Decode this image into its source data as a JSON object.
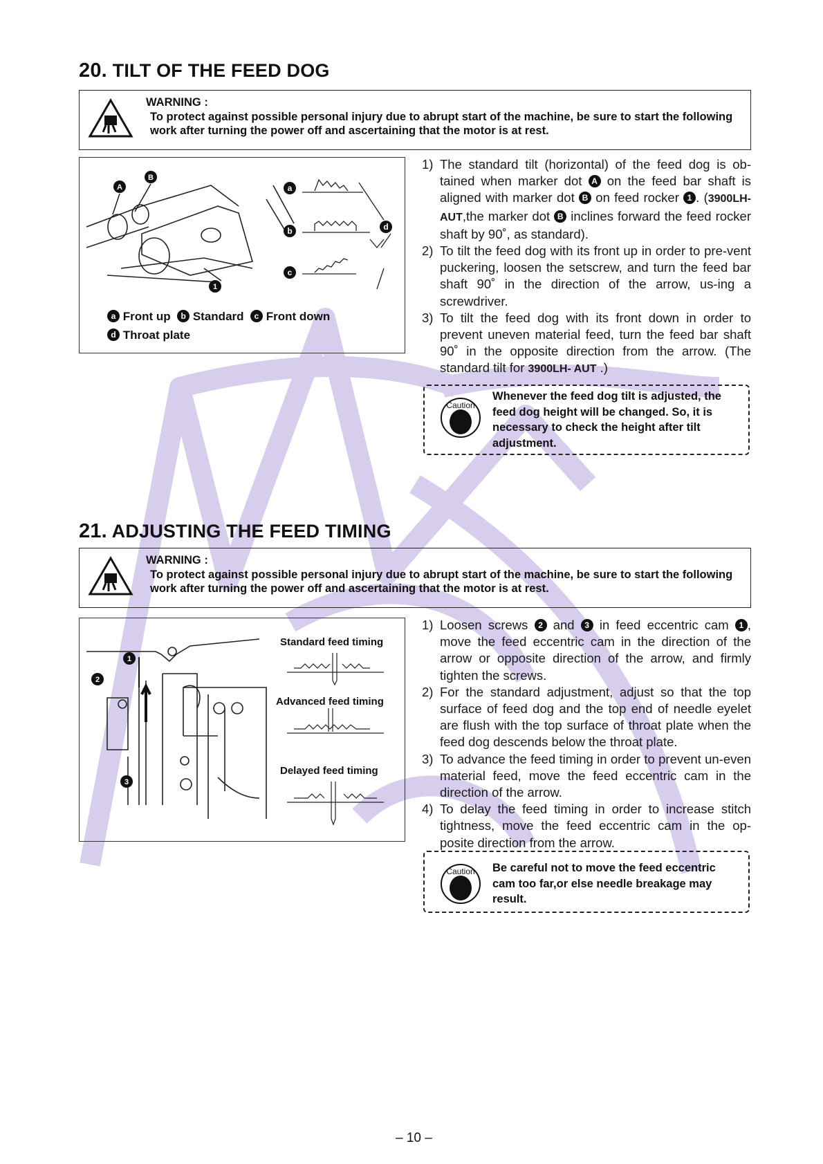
{
  "section20": {
    "num": "20.",
    "title": "TILT OF THE FEED DOG",
    "warning_head": "WARNING :",
    "warning_text": "To protect against possible personal injury due to abrupt start of the machine, be sure to start the following work after turning the power off and ascertaining that the motor is at rest.",
    "figure": {
      "marks": [
        "A",
        "B",
        "1",
        "a",
        "b",
        "c",
        "d"
      ],
      "legend_a_mark": "a",
      "legend_a": "Front up",
      "legend_b_mark": "b",
      "legend_b": "Standard",
      "legend_c_mark": "c",
      "legend_c": "Front down",
      "legend_d_mark": "d",
      "legend_d": "Throat plate"
    },
    "steps": [
      {
        "n": "1)",
        "t1": "The standard tilt (horizontal) of the feed dog is ob-tained when marker dot ",
        "m1": "A",
        "t2": " on the feed bar shaft is aligned with marker dot ",
        "m2": "B",
        "t3": " on feed rocker ",
        "m3": "1",
        "t4": ". (",
        "model": "3900LH- AUT",
        "t5": ",the marker dot ",
        "m4": "B",
        "t6": " inclines forward the feed rocker shaft by 90˚, as standard)."
      },
      {
        "n": "2)",
        "t": "To tilt the feed dog with its front up in order to pre-vent puckering, loosen the setscrew, and turn the feed bar shaft 90˚ in the direction of the arrow, us-ing a screwdriver."
      },
      {
        "n": "3)",
        "t1": "To tilt the feed dog with its front down in order to prevent uneven material feed, turn the feed bar shaft 90˚ in the opposite direction from the arrow. (The standard tilt for ",
        "model": "3900LH- AUT",
        "t2": " .)"
      }
    ],
    "caution_label": "Caution",
    "caution_text": "Whenever the feed dog tilt is adjusted, the feed dog height will be changed. So, it is necessary to check the height after tilt adjustment."
  },
  "section21": {
    "num": "21.",
    "title": "ADJUSTING THE FEED TIMING",
    "warning_head": "WARNING :",
    "warning_text": "To protect against possible personal injury due to abrupt start of the machine, be sure to start the following work after turning the power off and ascertaining that the motor is at rest.",
    "figure": {
      "marks": [
        "1",
        "2",
        "3"
      ],
      "standard": "Standard feed timing",
      "advanced": "Advanced feed timing",
      "delayed": "Delayed feed timing"
    },
    "steps": [
      {
        "n": "1)",
        "t1": "Loosen screws ",
        "m1": "2",
        "t2": " and ",
        "m2": "3",
        "t3": " in feed eccentric cam ",
        "m3": "1",
        "t4": ", move the feed eccentric cam in the direction of the arrow or opposite direction of the arrow, and firmly tighten the screws."
      },
      {
        "n": "2)",
        "t": "For the standard adjustment, adjust so that the top surface of feed dog and the top end of needle eyelet are flush with the top surface of throat plate when the feed dog descends below the throat plate."
      },
      {
        "n": "3)",
        "t": "To advance the feed timing in order to prevent un-even material feed, move the feed eccentric cam in the direction of the arrow."
      },
      {
        "n": "4)",
        "t": "To delay the feed timing in order to increase stitch tightness, move the feed eccentric cam in the op-posite direction from the arrow."
      }
    ],
    "caution_label": "Caution",
    "caution_text": "Be careful not to move the feed eccentric cam too far,or else needle breakage may result."
  },
  "page_number": "– 10 –",
  "colors": {
    "watermark": "#c9bde6",
    "ink": "#111111"
  }
}
